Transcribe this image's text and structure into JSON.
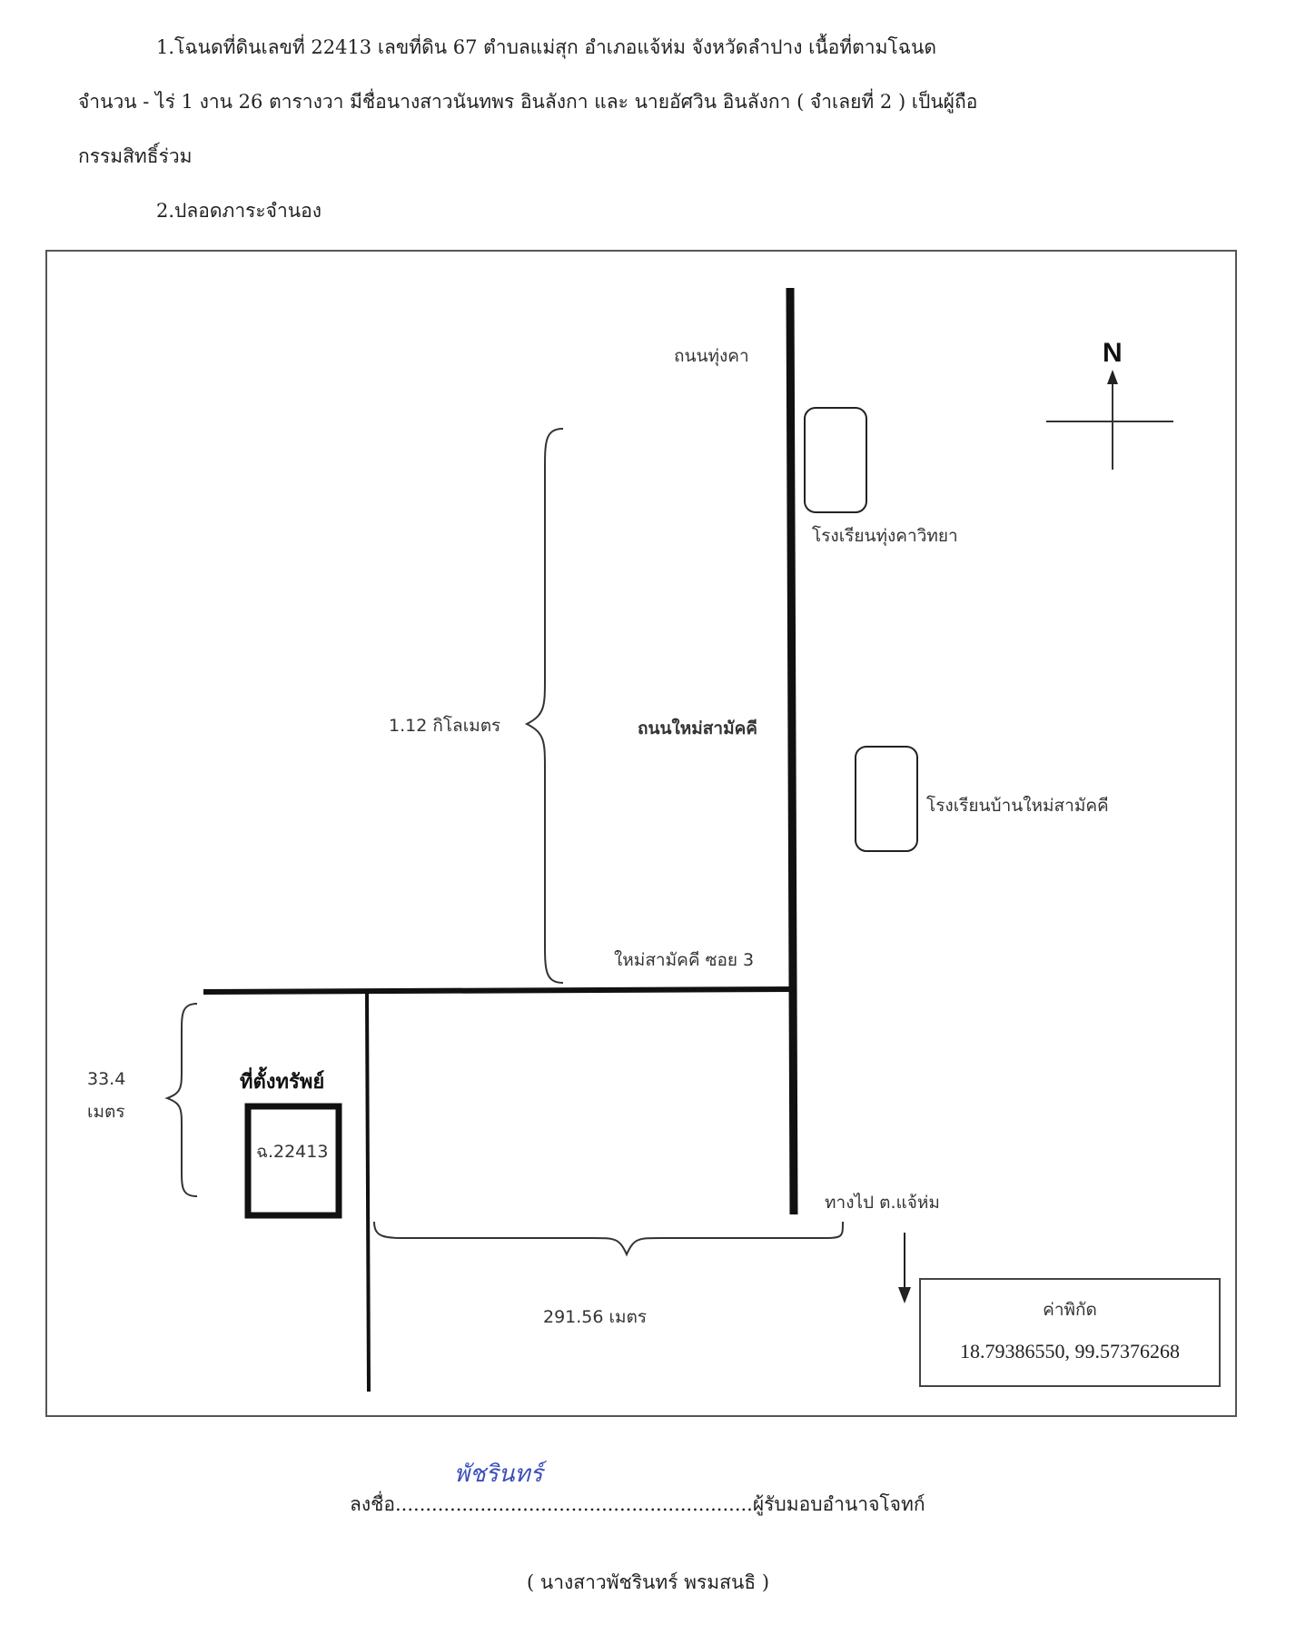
{
  "document": {
    "paragraph1_line1": "1.โฉนดที่ดินเลขที่ 22413 เลขที่ดิน 67 ตำบลแม่สุก อำเภอแจ้ห่ม จังหวัดลำปาง เนื้อที่ตามโฉนด",
    "paragraph1_line2": "จำนวน - ไร่ 1 งาน 26 ตารางวา มีชื่อนางสาวนันทพร อินลังกา และ นายอัศวิน อินลังกา ( จำเลยที่ 2 ) เป็นผู้ถือ",
    "paragraph1_line3": "กรรมสิทธิ์ร่วม",
    "paragraph2": "2.ปลอดภาระจำนอง"
  },
  "map": {
    "road_tungkha": "ถนนทุ่งคา",
    "school_tungkha": "โรงเรียนทุ่งคาวิทยา",
    "distance_km": "1.12 กิโลเมตร",
    "road_mai_samakkhi": "ถนนใหม่สามัคคี",
    "school_ban_mai": "โรงเรียนบ้านใหม่สามัคคี",
    "soi_3": "ใหม่สามัคคี ซอย 3",
    "dist_width_num": "33.4",
    "dist_width_unit": "เมตร",
    "property_title": "ที่ตั้งทรัพย์",
    "deed_no": "ฉ.22413",
    "to_jaehom": "ทางไป ต.แจ้ห่ม",
    "distance_m": "291.56 เมตร",
    "north": "N",
    "coord_title": "ค่าพิกัด",
    "coord_value": "18.79386550, 99.57376268"
  },
  "signature": {
    "sign_prefix": "ลงชื่อ",
    "dots": "...........................................................",
    "sign_suffix": "ผู้รับมอบอำนาจโจทก์",
    "signature_text": "พัชรินทร์",
    "name": "( นางสาวพัชรินทร์ พรมสนธิ )"
  }
}
